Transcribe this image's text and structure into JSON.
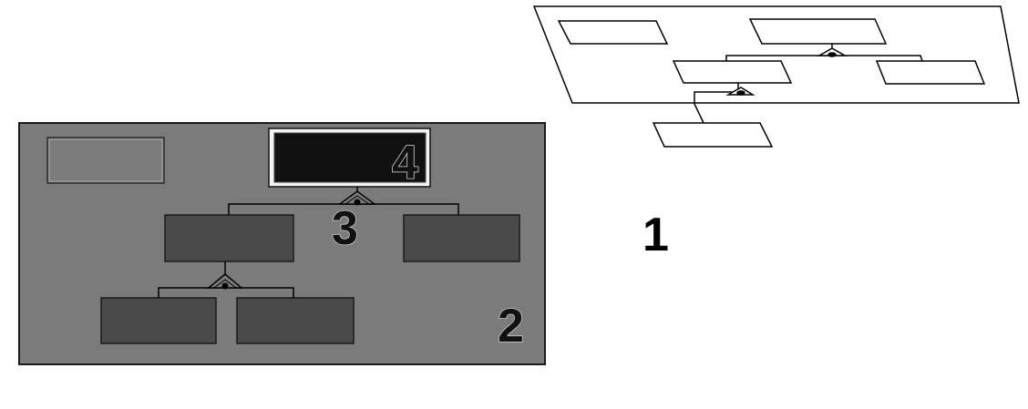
{
  "labels": {
    "scene": "1",
    "panel": "2",
    "junction": "3",
    "selected_box": "4"
  },
  "colors": {
    "panel_fill": "#7b7b7b",
    "box_fill": "#4a4a4a",
    "selected_fill": "#111111",
    "plain_box_fill": "#7b7b7b",
    "line": "#000000"
  }
}
